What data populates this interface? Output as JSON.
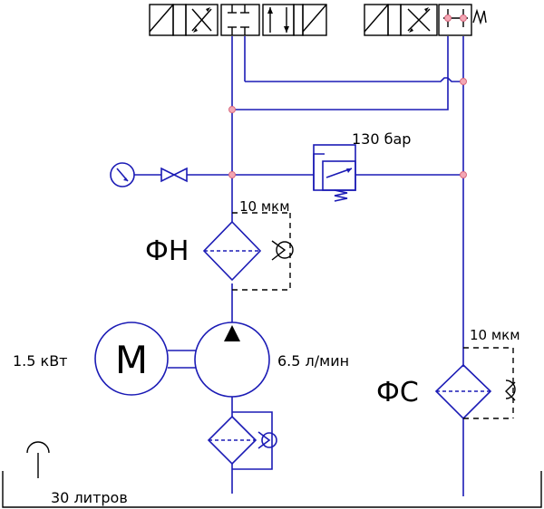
{
  "labels": {
    "pressure": "130 бар",
    "filter_top_rating": "10 мкм",
    "filter_top_name": "ФН",
    "motor_symbol": "M",
    "motor_power": "1.5 кВт",
    "pump_flow": "6.5 л/мин",
    "filter_right_rating": "10 мкм",
    "filter_right_name": "ФС",
    "tank_volume": "30 литров"
  },
  "colors": {
    "line": "#1b1bb5",
    "outline": "#000000",
    "junction": "#f3a7b4"
  }
}
